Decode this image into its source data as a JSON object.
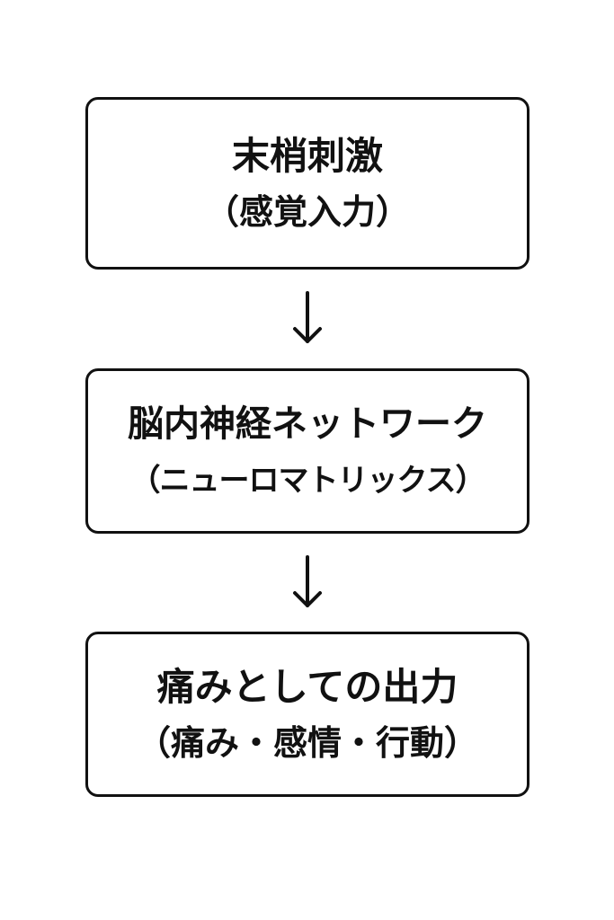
{
  "boxes": [
    {
      "title": "末梢刺激",
      "subtitle": "（感覚入力）"
    },
    {
      "title": "脳内神経ネットワーク",
      "subtitle": "（ニューロマトリックス）"
    },
    {
      "title": "痛みとしての出力",
      "subtitle": "（痛み・感情・行動）"
    }
  ],
  "connectors": [
    "arrow-down-icon",
    "arrow-down-icon"
  ]
}
